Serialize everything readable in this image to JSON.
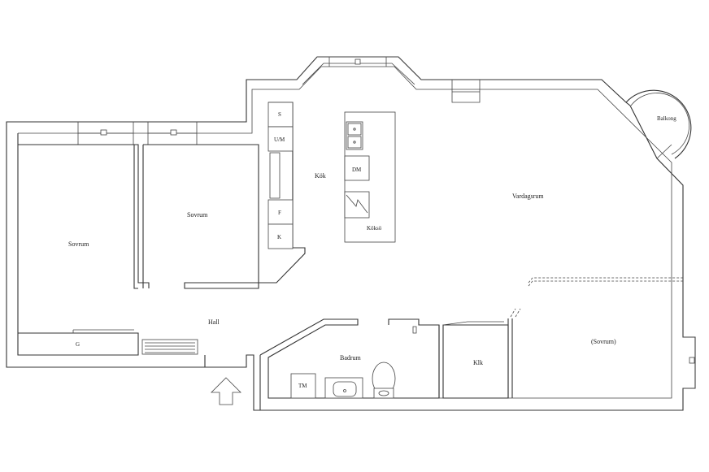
{
  "rooms": {
    "kok": "Kök",
    "vardagsrum": "Vardagsrum",
    "balkong": "Balkong",
    "sovrum_1": "Sovrum",
    "sovrum_2": "Sovrum",
    "sovrum_3": "(Sovrum)",
    "hall": "Hall",
    "badrum": "Badrum",
    "klk": "Klk"
  },
  "fixtures": {
    "s": "S",
    "um": "U/M",
    "f": "F",
    "k": "K",
    "dm": "DM",
    "kokso": "Köksö",
    "g": "G",
    "tm": "TM"
  },
  "colors": {
    "line": "#333333",
    "background": "#ffffff"
  },
  "icons": {
    "entrance": "entrance-arrow-icon",
    "sink": "kitchen-sink-icon",
    "stove": "stove-icon",
    "toilet": "toilet-icon",
    "washbasin": "washbasin-icon"
  }
}
